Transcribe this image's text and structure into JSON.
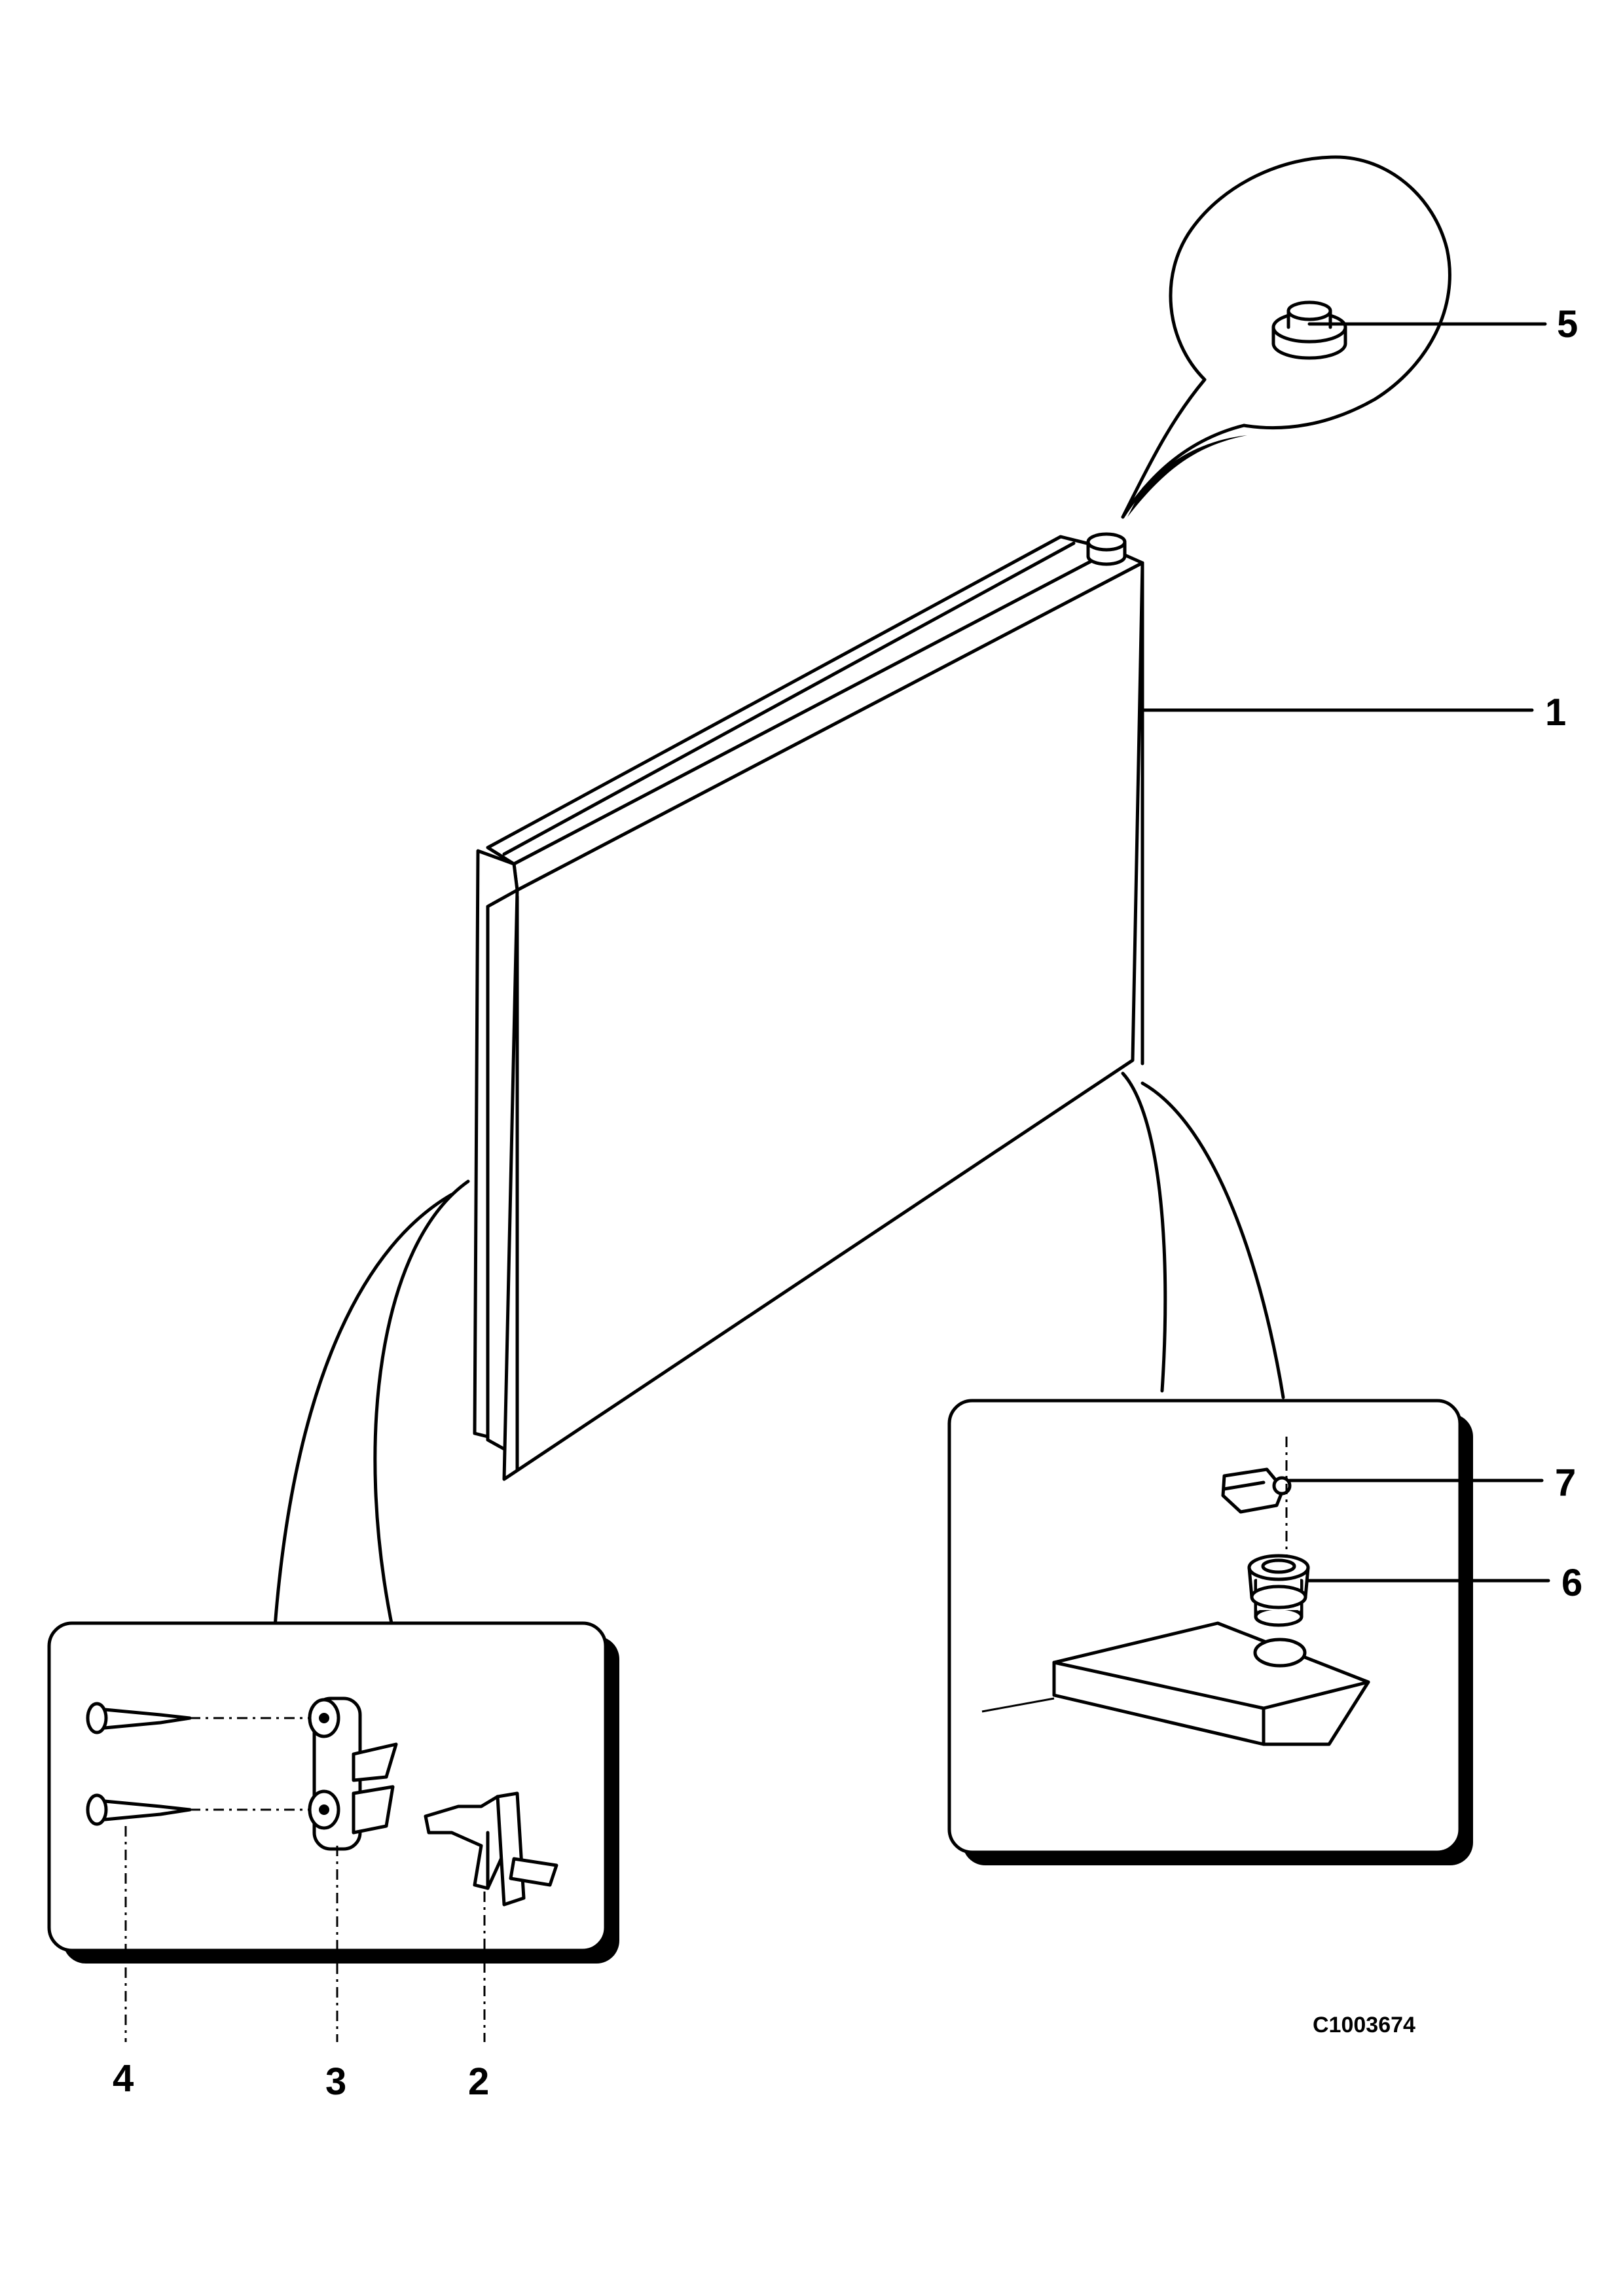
{
  "diagram": {
    "reference_code": "C1003674",
    "callouts": [
      "1",
      "2",
      "3",
      "4",
      "5",
      "6",
      "7"
    ]
  }
}
